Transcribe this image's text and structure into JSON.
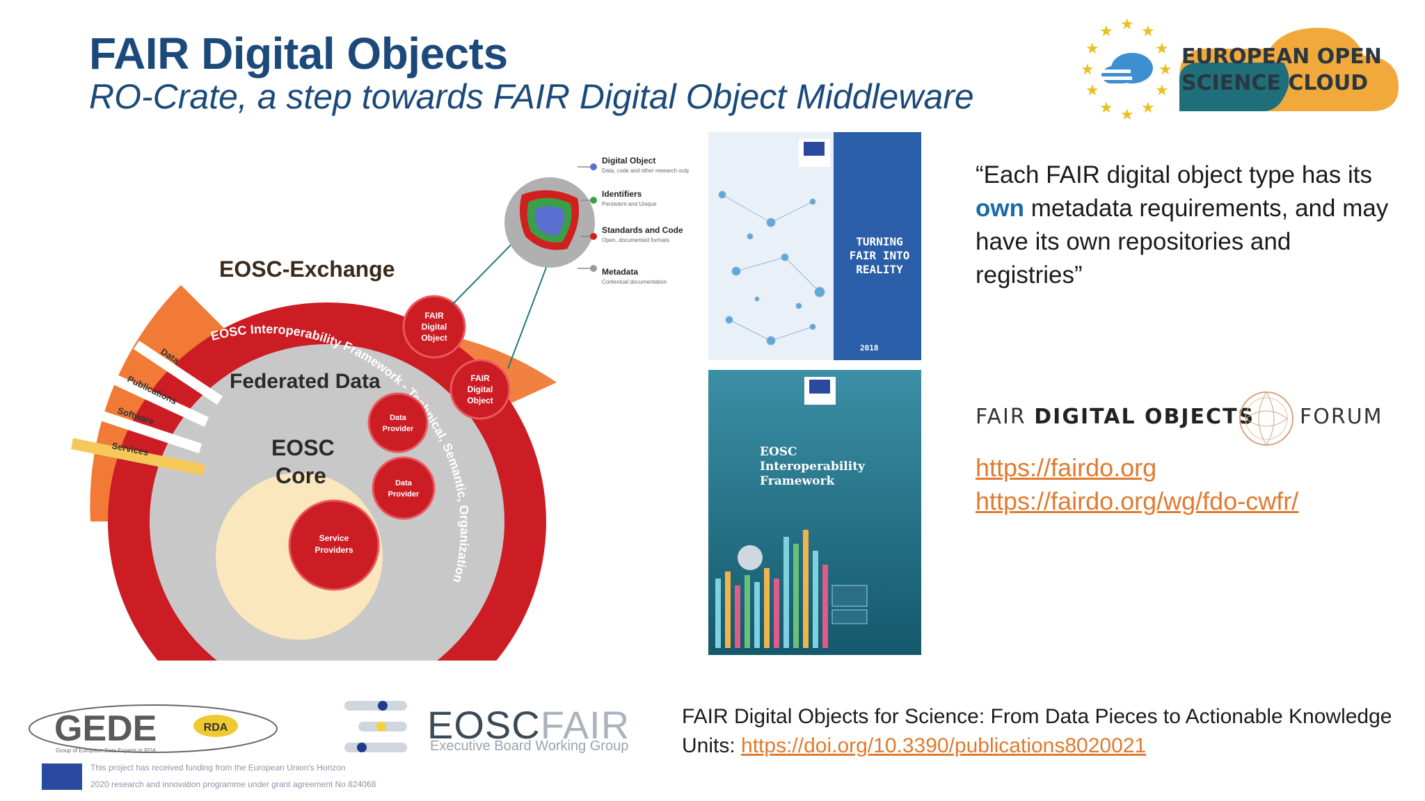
{
  "slide": {
    "title": "FAIR Digital Objects",
    "subtitle": "RO-Crate, a step towards FAIR Digital Object Middleware"
  },
  "eosc_logo": {
    "line1": "EUROPEAN OPEN",
    "line2": "SCIENCE CLOUD",
    "colors": {
      "orange": "#f2a93b",
      "teal": "#1f6f7a",
      "blue": "#3d8fd1",
      "star": "#e8c020"
    }
  },
  "diagram": {
    "exchange_label": "EOSC-Exchange",
    "framework_label": "EOSC Interoperability Framework - Technical, Semantic, Organizational, Legal",
    "federated_label": "Federated Data",
    "core_line1": "EOSC",
    "core_line2": "Core",
    "arrows": [
      "Data",
      "Publications",
      "Software",
      "Services"
    ],
    "fdo_bubble_1": [
      "FAIR",
      "Digital",
      "Object"
    ],
    "fdo_bubble_2": [
      "FAIR",
      "Digital",
      "Object"
    ],
    "provider_1": [
      "Data",
      "Provider"
    ],
    "provider_2": [
      "Data",
      "Provider"
    ],
    "service_providers": [
      "Service",
      "Providers"
    ],
    "fdo_layers": [
      {
        "title": "Digital Object",
        "desc": "Data, code and other research outputs",
        "color": "#5a6fd0"
      },
      {
        "title": "Identifiers",
        "desc": "Persistent and Unique",
        "color": "#3aa048"
      },
      {
        "title": "Standards and Code",
        "desc": "Open, documented formats",
        "color": "#d0201e"
      },
      {
        "title": "Metadata",
        "desc": "Contextual documentation",
        "color": "#9a9a9a"
      }
    ],
    "colors": {
      "orange": "#f07a36",
      "red": "#cc1c24",
      "gray": "#c8c8c8",
      "core": "#fbe7bd"
    }
  },
  "covers": {
    "turning_fair": {
      "title": "TURNING\nFAIR INTO\nREALITY",
      "year": "2018"
    },
    "eosc_if": {
      "title": "EOSC\nInteroperability\nFramework"
    }
  },
  "quote": {
    "before": "“Each FAIR digital object type has its ",
    "highlight": "own",
    "after": " metadata requirements, and may have its own repositories and registries”"
  },
  "fdo_forum": {
    "left_thin": "FAIR ",
    "left_bold": "DIGITAL OBJECTS",
    "right": "FORUM"
  },
  "links": {
    "fairdo": "https://fairdo.org",
    "fdo_cwfr": "https://fairdo.org/wg/fdo-cwfr/"
  },
  "bottom": {
    "gede": "GEDE",
    "rda": "RDA",
    "gede_sub": "Group of European Data Experts in RDA",
    "eu_text_1": "This project has received funding from the European Union's Horizon",
    "eu_text_2": "2020 research and innovation programme under grant agreement No 824068",
    "eoscfair_bold": "EOSC",
    "eoscfair_thin": "FAIR",
    "eoscfair_sub": "Executive Board Working Group",
    "citation_text": "FAIR Digital Objects for Science: From Data Pieces to Actionable Knowledge Units: ",
    "citation_link": "https://doi.org/10.3390/publications8020021"
  }
}
